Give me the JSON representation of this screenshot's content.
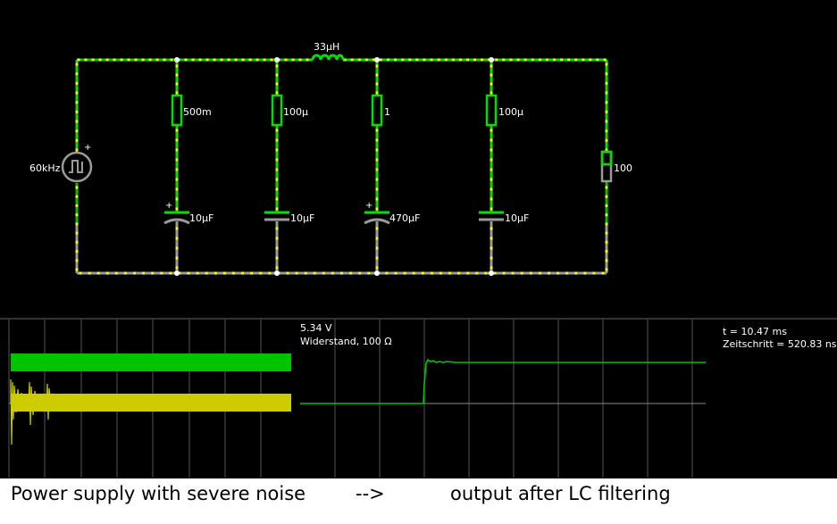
{
  "circuit": {
    "source": {
      "label": "60kHz",
      "polarity": "+"
    },
    "inductor": {
      "label": "33µH"
    },
    "branches": [
      {
        "resistor": "500m",
        "capacitor": "10µF",
        "polarized": true
      },
      {
        "resistor": "100µ",
        "capacitor": "10µF",
        "polarized": false
      },
      {
        "resistor": "1",
        "capacitor": "470µF",
        "polarized": true
      },
      {
        "resistor": "100µ",
        "capacitor": "10µF",
        "polarized": false
      }
    ],
    "load": {
      "label": "100"
    },
    "polarity_mark": "+"
  },
  "scope": {
    "readout_value": "5.34 V",
    "readout_element": "Widerstand, 100 Ω",
    "time": "t = 10.47 ms",
    "timestep": "Zeitschritt = 520.83 ns"
  },
  "captions": {
    "left": "Power supply with severe noise",
    "arrow": "-->",
    "right": "output after LC filtering"
  },
  "colors": {
    "background": "#000000",
    "wire_live": "#00e000",
    "wire_ground": "#808080",
    "dots": "#ffff00",
    "scope_green": "#00cc00",
    "scope_yellow": "#cccc00",
    "text": "#ffffff"
  }
}
